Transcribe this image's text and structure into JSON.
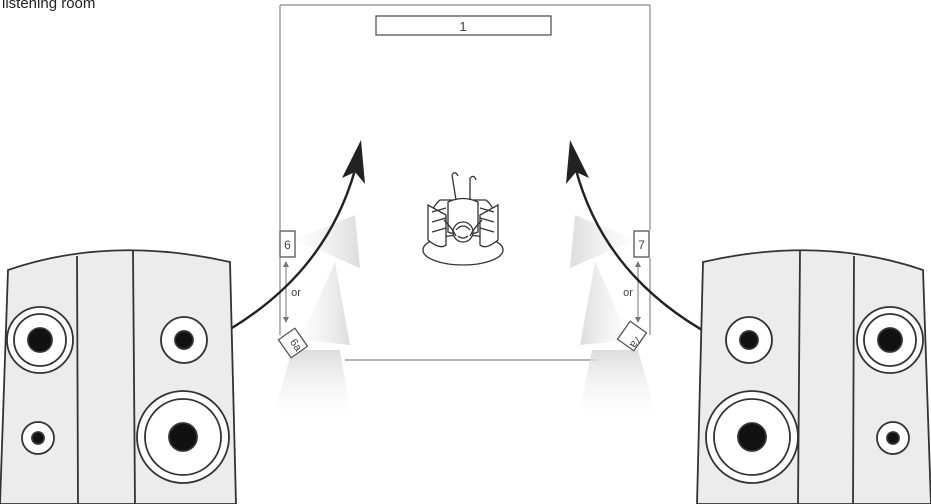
{
  "title": "listening room",
  "labels": {
    "center_speaker": "1",
    "left_surround": "6",
    "right_surround": "7",
    "left_surround_alt": "6a",
    "right_surround_alt": "7a",
    "or_left": "or",
    "or_right": "or"
  },
  "colors": {
    "line": "#333333",
    "speaker_fill": "#ececec",
    "cone": "#e6e6e6",
    "woofer": "#111111"
  },
  "icons": [
    "listener-in-armchair-icon",
    "curved-arrow-icon",
    "floor-speaker-icon"
  ]
}
